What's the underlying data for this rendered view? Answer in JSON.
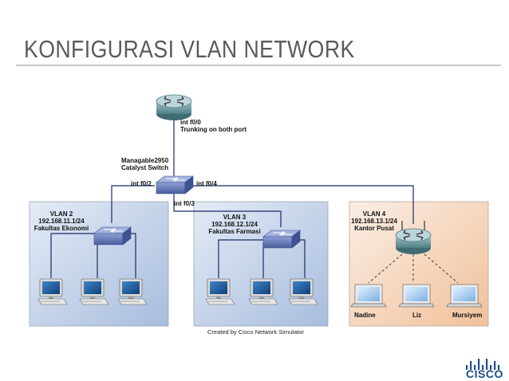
{
  "slide_title": "KONFIGURASI VLAN NETWORK",
  "router_top": {
    "line1": "int f0/0",
    "line2": "Trunking on both port"
  },
  "switch_main": {
    "line1": "Managable2950",
    "line2": "Catalyst Switch"
  },
  "ports": {
    "p2": "int f0/2",
    "p3": "int f0/3",
    "p4": "int f0/4"
  },
  "vlan2": {
    "name": "VLAN 2",
    "ip": "192.168.11.1/24",
    "dept": "Fakultas Ekonomi"
  },
  "vlan3": {
    "name": "VLAN 3",
    "ip": "192.168.12.1/24",
    "dept": "Fakultas Farmasi"
  },
  "vlan4": {
    "name": "VLAN 4",
    "ip": "192.168.13.1/24",
    "dept": "Kantor Pusat"
  },
  "laptops": [
    "Nadine",
    "Liz",
    "Mursiyem"
  ],
  "caption": "Created by Cisco Network Simulator",
  "logo": "CISCO",
  "colors": {
    "vlan_box_start": "#dde6f4",
    "vlan_box_end": "#a9bfdf",
    "vlan4_start": "#f9ece2",
    "vlan4_end": "#f2c39c",
    "switch": "#5a6fae",
    "router": "#5f8f96"
  }
}
